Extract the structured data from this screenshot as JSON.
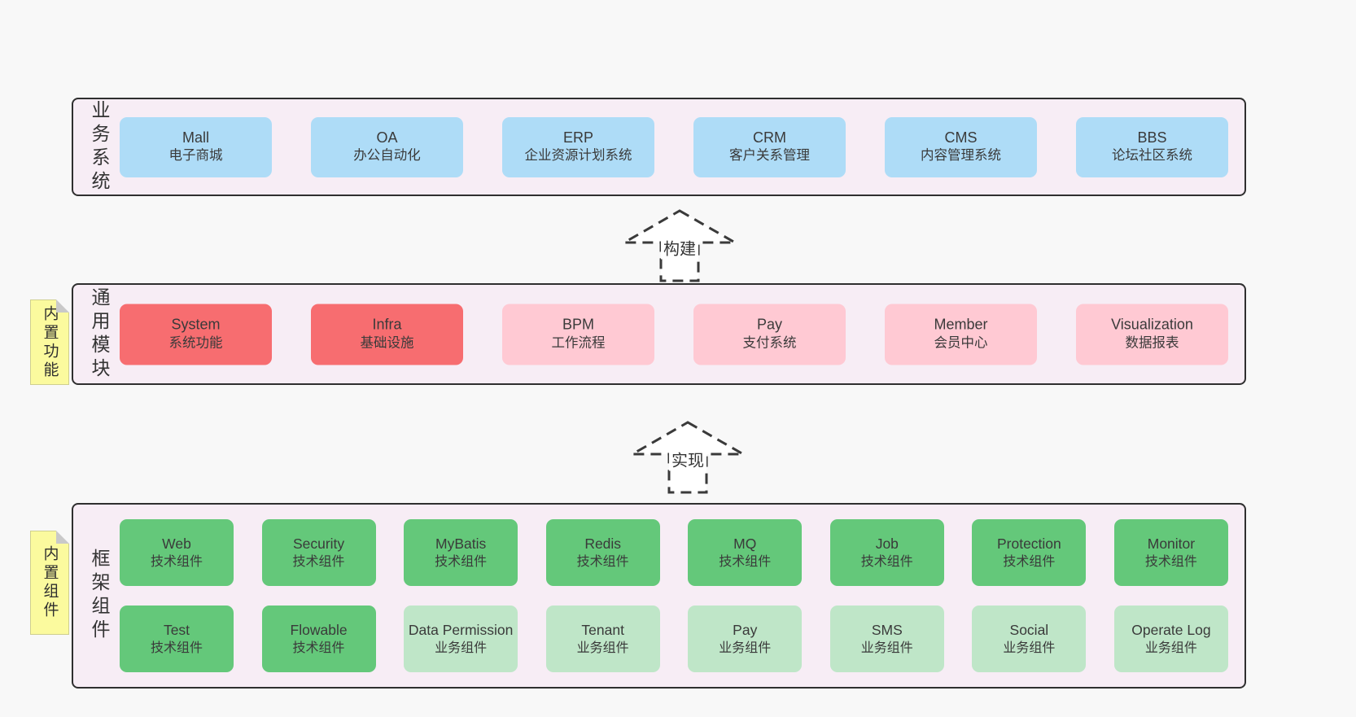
{
  "colors": {
    "page-bg": "#f8f8f8",
    "panel-bg": "#f7edf5",
    "panel-border": "#2f2f2f",
    "box-text": "#3a3a3a",
    "blue": "#aedcf7",
    "red": "#f76d70",
    "pink": "#ffc9d3",
    "green": "#64c87a",
    "light-green": "#bfe6c8",
    "sticky-yellow": "#fbfa9e",
    "sticky-fold": "#c9c9c9",
    "arrow-stroke": "#3a3a3a"
  },
  "arrows": {
    "build": "构建",
    "implement": "实现"
  },
  "sections": [
    {
      "label": "业务系统",
      "boxes": [
        {
          "title": "Mall",
          "subtitle": "电子商城"
        },
        {
          "title": "OA",
          "subtitle": "办公自动化"
        },
        {
          "title": "ERP",
          "subtitle": "企业资源计划系统"
        },
        {
          "title": "CRM",
          "subtitle": "客户关系管理"
        },
        {
          "title": "CMS",
          "subtitle": "内容管理系统"
        },
        {
          "title": "BBS",
          "subtitle": "论坛社区系统"
        }
      ]
    },
    {
      "label": "通用模块",
      "sticky": "内置功能",
      "boxes": [
        {
          "title": "System",
          "subtitle": "系统功能"
        },
        {
          "title": "Infra",
          "subtitle": "基础设施"
        },
        {
          "title": "BPM",
          "subtitle": "工作流程"
        },
        {
          "title": "Pay",
          "subtitle": "支付系统"
        },
        {
          "title": "Member",
          "subtitle": "会员中心"
        },
        {
          "title": "Visualization",
          "subtitle": "数据报表"
        }
      ]
    },
    {
      "label": "框架组件",
      "sticky": "内置组件",
      "rows": [
        {
          "boxes": [
            {
              "title": "Web",
              "subtitle": "技术组件"
            },
            {
              "title": "Security",
              "subtitle": "技术组件"
            },
            {
              "title": "MyBatis",
              "subtitle": "技术组件"
            },
            {
              "title": "Redis",
              "subtitle": "技术组件"
            },
            {
              "title": "MQ",
              "subtitle": "技术组件"
            },
            {
              "title": "Job",
              "subtitle": "技术组件"
            },
            {
              "title": "Protection",
              "subtitle": "技术组件"
            },
            {
              "title": "Monitor",
              "subtitle": "技术组件"
            }
          ]
        },
        {
          "boxes": [
            {
              "title": "Test",
              "subtitle": "技术组件"
            },
            {
              "title": "Flowable",
              "subtitle": "技术组件"
            },
            {
              "title": "Data Permission",
              "subtitle": "业务组件"
            },
            {
              "title": "Tenant",
              "subtitle": "业务组件"
            },
            {
              "title": "Pay",
              "subtitle": "业务组件"
            },
            {
              "title": "SMS",
              "subtitle": "业务组件"
            },
            {
              "title": "Social",
              "subtitle": "业务组件"
            },
            {
              "title": "Operate Log",
              "subtitle": "业务组件"
            }
          ]
        }
      ]
    }
  ]
}
